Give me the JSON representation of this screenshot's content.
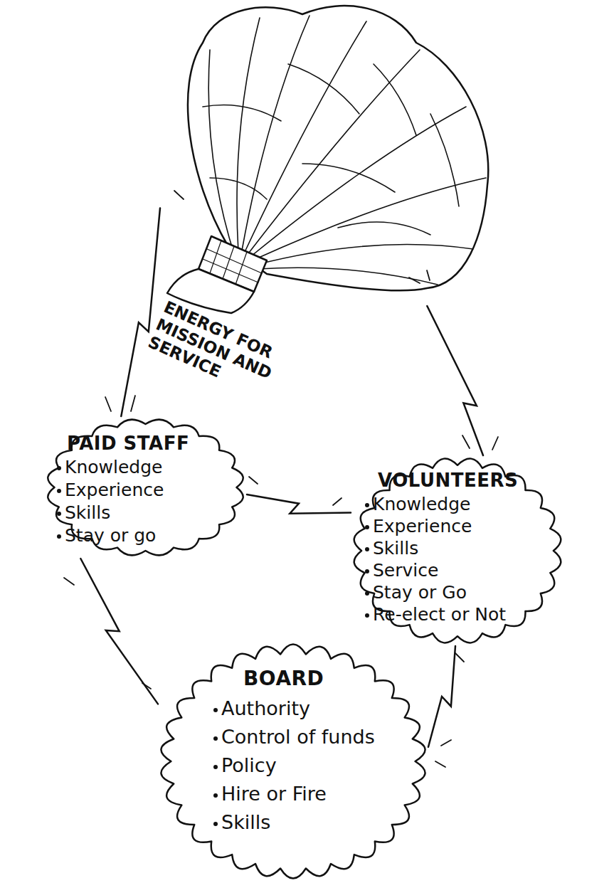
{
  "diagram": {
    "nodes": [
      {
        "text": [
          "ENERGY FOR MISSION AND SERVICE"
        ]
      },
      {
        "text": [
          "PAID STAFF",
          "Knowledge",
          "Experience",
          "Skills",
          "Stay or go"
        ]
      },
      {
        "text": [
          "VOLUNTEERS",
          "Knowledge",
          "Experience",
          "Skills",
          "Service",
          "Stay or Go",
          "Re-elect or Not"
        ]
      },
      {
        "text": [
          "BOARD",
          "Authority",
          "Control of funds",
          "Policy",
          "Hire or Fire",
          "Skills"
        ]
      }
    ],
    "edges": [
      {
        "from": 1,
        "to": 0,
        "arrow": "none"
      },
      {
        "from": 2,
        "to": 0,
        "arrow": "none"
      },
      {
        "from": 1,
        "to": 2,
        "arrow": "none"
      },
      {
        "from": 1,
        "to": 3,
        "arrow": "none"
      },
      {
        "from": 3,
        "to": 2,
        "arrow": "none"
      }
    ]
  }
}
